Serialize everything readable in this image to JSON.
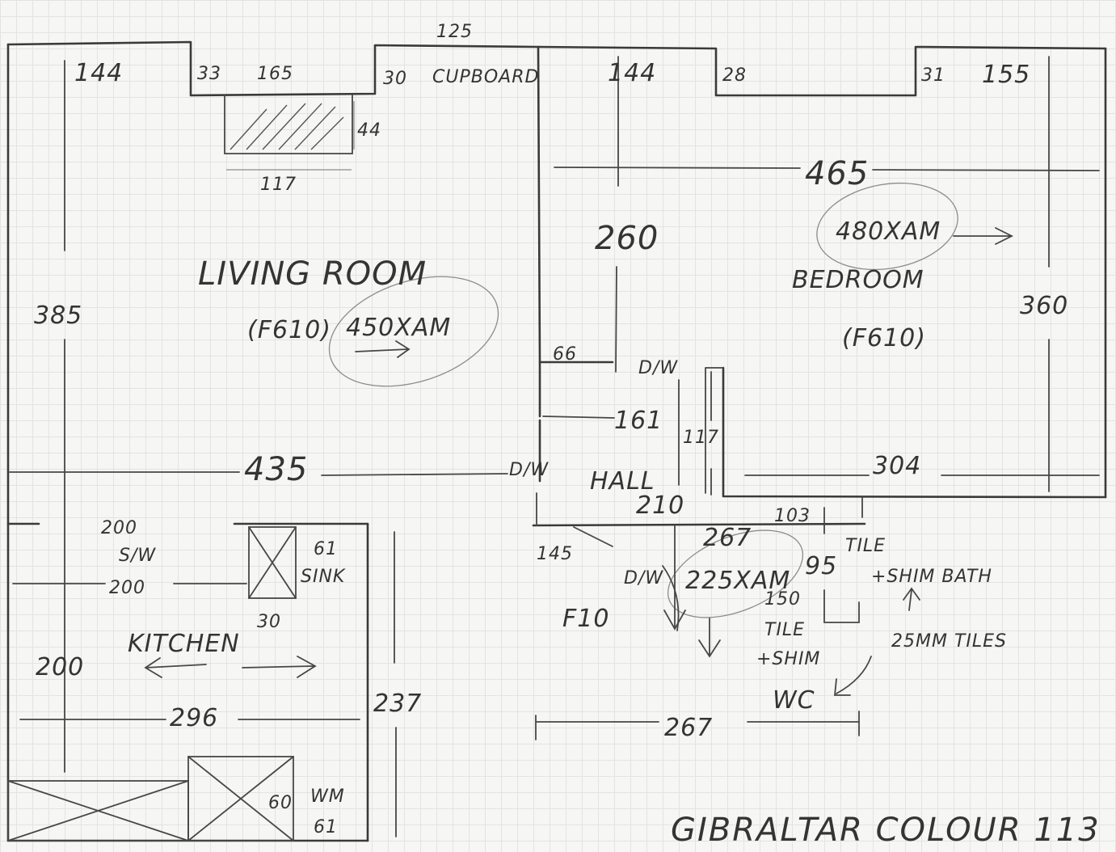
{
  "title": "GIBRALTAR COLOUR 113",
  "rooms": {
    "living": {
      "name": "LIVING ROOM",
      "flooring": "(F610)",
      "board": "450XAM"
    },
    "bedroom": {
      "name": "BEDROOM",
      "flooring": "(F610)",
      "board": "480XAM"
    },
    "hall": {
      "name": "HALL"
    },
    "kitchen": {
      "name": "KITCHEN"
    },
    "bathroom": {
      "flooring": "F10",
      "board": "225XAM"
    },
    "wc": {
      "name": "WC"
    }
  },
  "dimensions": {
    "d144a": "144",
    "d33": "33",
    "d165": "165",
    "d125": "125",
    "d30a": "30",
    "cupboard": "CUPBOARD",
    "d144b": "144",
    "d28": "28",
    "d31": "31",
    "d155": "155",
    "d44": "44",
    "d117a": "117",
    "d465": "465",
    "d260": "260",
    "d385": "385",
    "d360": "360",
    "d66": "66",
    "dw1": "D/W",
    "d161": "161",
    "d117b": "117",
    "d435": "435",
    "dw2": "D/W",
    "d304": "304",
    "d210": "210",
    "d200a": "200",
    "sw": "S/W",
    "d200b": "200",
    "d61a": "61",
    "sink": "SINK",
    "d30b": "30",
    "d145": "145",
    "d267a": "267",
    "d103": "103",
    "dw3": "D/W",
    "d95": "95",
    "d150": "150",
    "d200c": "200",
    "d296": "296",
    "d237": "237",
    "d267b": "267",
    "d60": "60",
    "wm": "WM",
    "d61b": "61"
  },
  "notes": {
    "tile_shim_1": "TILE",
    "tile_shim_1b": "+SHIM BATH",
    "tile_shim_2": "TILE",
    "tile_shim_2b": "+SHIM",
    "tiles": "25MM TILES"
  }
}
